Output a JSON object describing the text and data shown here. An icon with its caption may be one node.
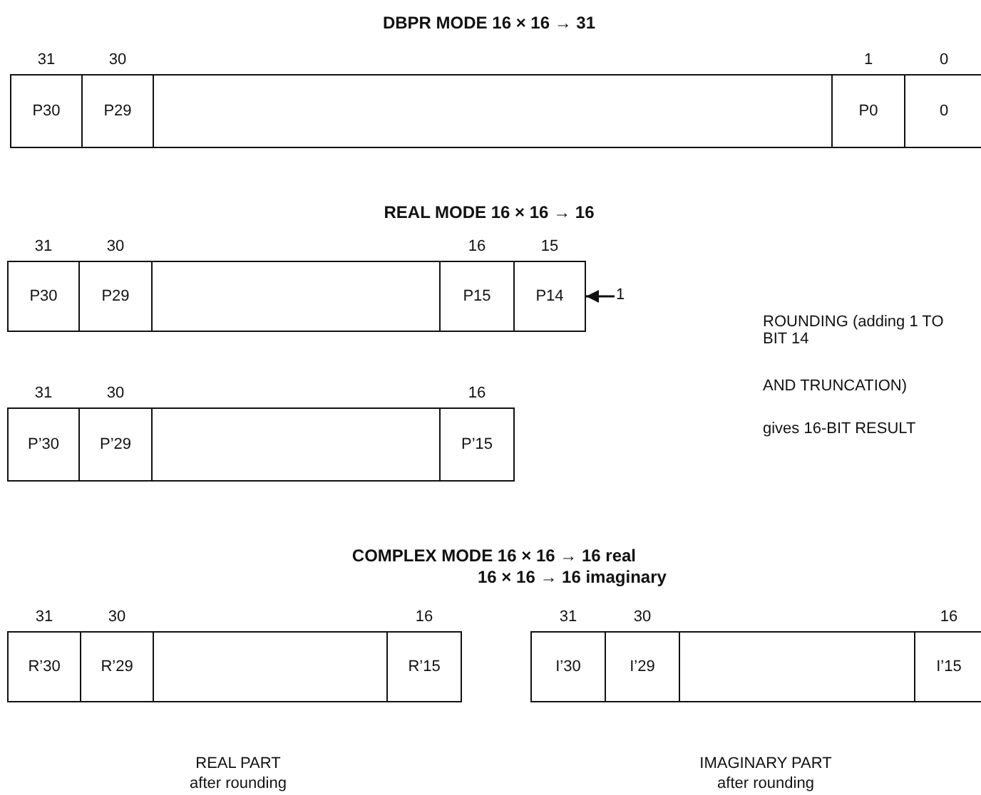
{
  "diagram": {
    "nodes": [
      {
        "text": [
          "P30"
        ],
        "beside": [
          "31"
        ]
      },
      {
        "text": [
          "P29"
        ],
        "beside": [
          "30"
        ]
      },
      {
        "text": [],
        "shape": "box"
      },
      {
        "text": [
          "P0"
        ],
        "beside": [
          "1"
        ]
      },
      {
        "text": [
          "0"
        ],
        "beside": [
          "0"
        ]
      },
      {
        "text": [
          "P30"
        ],
        "beside": [
          "31"
        ]
      },
      {
        "text": [
          "P29"
        ],
        "beside": [
          "30"
        ]
      },
      {
        "text": [],
        "shape": "box"
      },
      {
        "text": [
          "P15"
        ],
        "beside": [
          "16"
        ]
      },
      {
        "text": [
          "P14"
        ],
        "beside": [
          "15"
        ]
      },
      {
        "text": [
          "1"
        ]
      },
      {
        "text": [
          "P’30"
        ],
        "beside": [
          "31"
        ]
      },
      {
        "text": [
          "P’29"
        ],
        "beside": [
          "30"
        ]
      },
      {
        "text": [],
        "shape": "box"
      },
      {
        "text": [
          "P’15"
        ],
        "beside": [
          "16"
        ]
      },
      {
        "text": [
          "R’30"
        ],
        "beside": [
          "31"
        ]
      },
      {
        "text": [
          "R’29"
        ],
        "beside": [
          "30"
        ]
      },
      {
        "text": [],
        "shape": "box"
      },
      {
        "text": [
          "R’15"
        ],
        "beside": [
          "16"
        ]
      },
      {
        "text": [
          "I’30"
        ],
        "beside": [
          "31"
        ]
      },
      {
        "text": [
          "I’29"
        ],
        "beside": [
          "30"
        ]
      },
      {
        "text": [],
        "shape": "box"
      },
      {
        "text": [
          "I’15"
        ],
        "beside": [
          "16"
        ]
      }
    ],
    "edges": [
      {
        "from": 10,
        "to": 9,
        "arrow": "to"
      }
    ],
    "labels": [
      "DBPR MODE 16 × 16 → 31",
      "REAL MODE 16 × 16 → 16",
      "ROUNDING (adding 1 TO BIT 14",
      "AND TRUNCATION)",
      "gives 16-BIT RESULT",
      "COMPLEX MODE 16 × 16 → 16 real",
      "16 × 16 → 16 imaginary",
      "REAL PART",
      "after rounding",
      "IMAGINARY PART",
      "after rounding"
    ]
  }
}
